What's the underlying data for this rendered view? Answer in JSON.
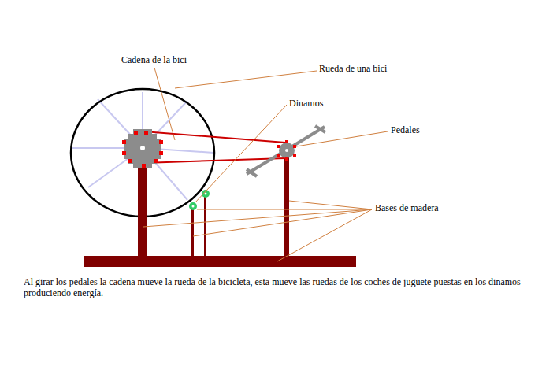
{
  "diagram": {
    "caption": "Al girar los pedales la cadena mueve la rueda de la bicicleta, esta mueve las ruedas de los coches de juguete puestas en los dinamos produciendo energía.",
    "labels": [
      "Cadena de la bici",
      "Rueda de una bici",
      "Dinamos",
      "Pedales",
      "Bases de madera"
    ]
  }
}
